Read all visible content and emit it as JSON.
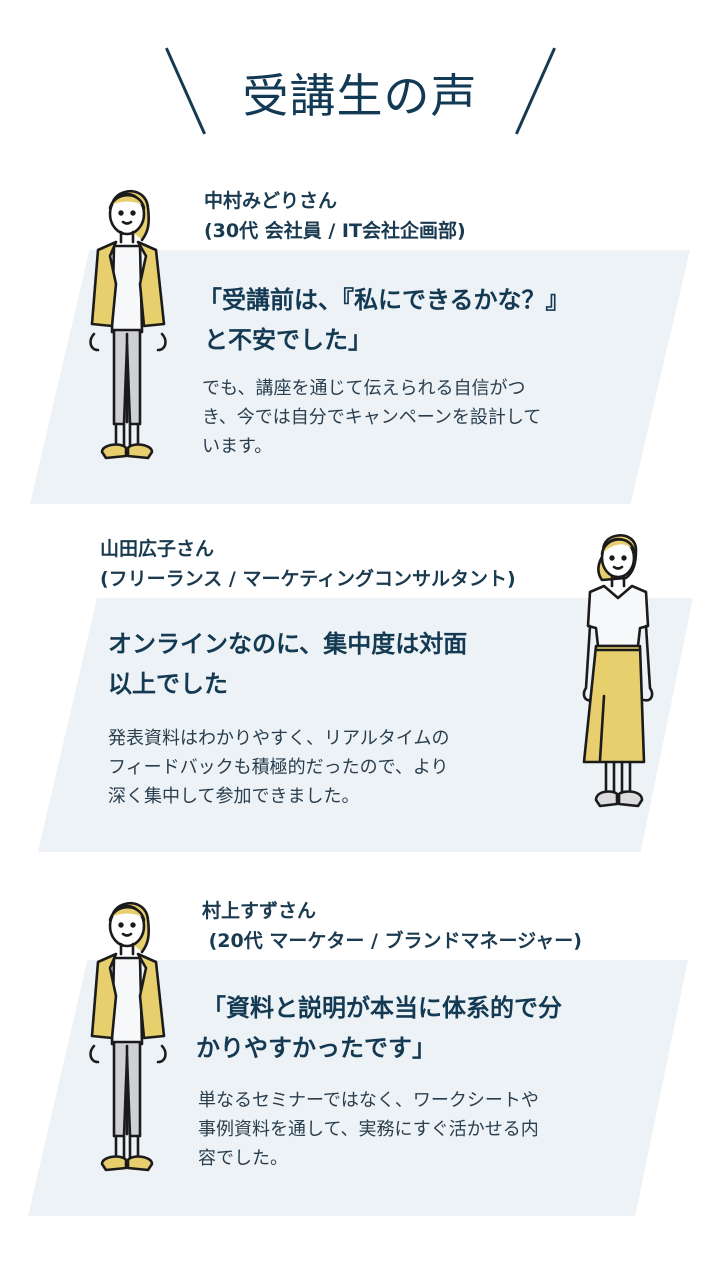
{
  "page": {
    "title": "受講生の声"
  },
  "testimonials": [
    {
      "name": "中村みどりさん",
      "role": "(30代 会社員 / IT会社企画部)",
      "headline_line1": "「受講前は、『私にできるかな？』",
      "headline_line2": "と不安でした」",
      "body_line1": "でも、講座を通じて伝えられる自信がつ",
      "body_line2": "き、今では自分でキャンペーンを設計して",
      "body_line3": "います。",
      "illustration": "woman-in-yellow-jacket-icon"
    },
    {
      "name": "山田広子さん",
      "role": "(フリーランス / マーケティングコンサルタント)",
      "headline_line1": "オンラインなのに、集中度は対面",
      "headline_line2": "以上でした",
      "body_line1": "発表資料はわかりやすく、リアルタイムの",
      "body_line2": "フィードバックも積極的だったので、より",
      "body_line3": "深く集中して参加できました。",
      "illustration": "woman-in-yellow-skirt-icon"
    },
    {
      "name": "村上すずさん",
      "role": " (20代 マーケター / ブランドマネージャー)",
      "headline_line1": "「資料と説明が本当に体系的で分",
      "headline_line2": "かりやすかったです」",
      "body_line1": "単なるセミナーではなく、ワークシートや",
      "body_line2": "事例資料を通して、実務にすぐ活かせる内",
      "body_line3": "容でした。",
      "illustration": "woman-in-yellow-jacket-icon"
    }
  ],
  "colors": {
    "accent_yellow": "#e8cf6e",
    "navy_text": "#143a53",
    "card_bg": "#edf2f6",
    "pants_gray": "#cfd0d4"
  }
}
